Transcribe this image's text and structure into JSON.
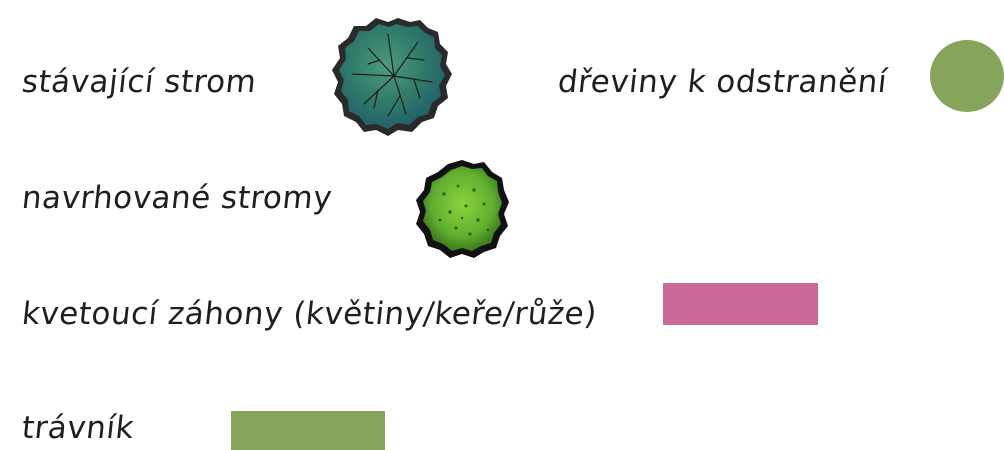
{
  "legend": {
    "items": [
      {
        "label": "stávající strom",
        "symbol": "existing-tree"
      },
      {
        "label": "dřeviny k odstranění",
        "symbol": "circle",
        "color": "#87a55a"
      },
      {
        "label": "navrhované stromy",
        "symbol": "proposed-tree"
      },
      {
        "label": "kvetoucí záhony (květiny/keře/růže)",
        "symbol": "rectangle",
        "color": "#c96a96"
      },
      {
        "label": "trávník",
        "symbol": "rectangle",
        "color": "#87a55a"
      }
    ]
  },
  "colors": {
    "existing_tree_fill": "#2f7a6a",
    "existing_tree_highlight": "#4e9a7a",
    "proposed_tree_fill": "#5fae2e",
    "proposed_tree_highlight": "#8bd33d",
    "outline": "#222222"
  }
}
